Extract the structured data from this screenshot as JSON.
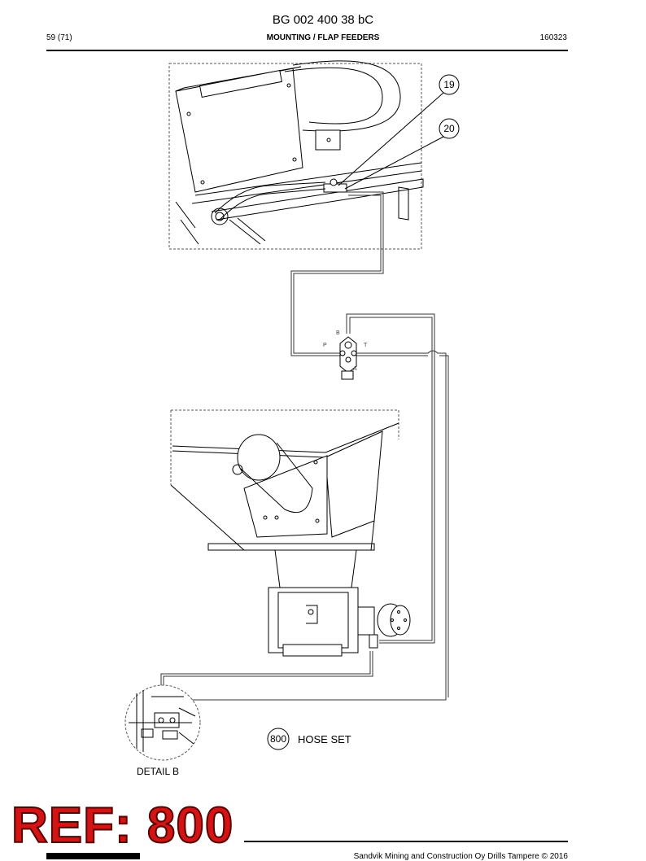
{
  "header": {
    "doc_code": "BG 002 400 38 bC",
    "page": "59 (71)",
    "section": "MOUNTING / FLAP FEEDERS",
    "date": "160323"
  },
  "callouts": {
    "c19": "19",
    "c20": "20",
    "c800": "800"
  },
  "ports": {
    "b": "B",
    "p": "P",
    "t": "T",
    "a": "A"
  },
  "labels": {
    "detail": "DETAIL B",
    "hose_set": "HOSE SET"
  },
  "stamp": {
    "ref": "REF: 800"
  },
  "footer": {
    "copyright": "Sandvik Mining and Construction Oy Drills Tampere © 2016"
  }
}
